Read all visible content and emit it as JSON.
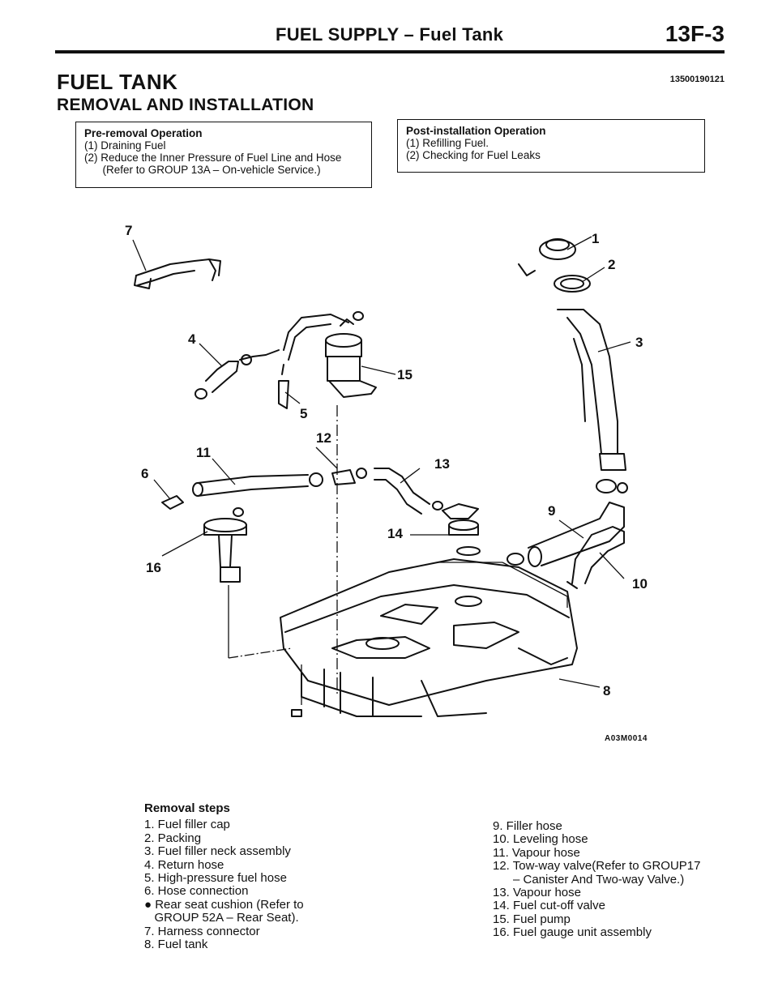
{
  "header": {
    "title": "FUEL SUPPLY – Fuel Tank",
    "page_code": "13F-3"
  },
  "document": {
    "title": "FUEL TANK",
    "id": "13500190121",
    "subtitle": "REMOVAL AND INSTALLATION"
  },
  "pre_removal": {
    "title": "Pre-removal Operation",
    "lines": [
      "(1) Draining Fuel",
      "(2) Reduce the Inner Pressure of Fuel Line and Hose",
      "      (Refer to GROUP 13A – On-vehicle Service.)"
    ]
  },
  "post_installation": {
    "title": "Post-installation Operation",
    "lines": [
      "(1) Refilling Fuel.",
      "(2) Checking for Fuel Leaks"
    ]
  },
  "diagram": {
    "figure_id": "A03M0014",
    "callouts": [
      "1",
      "2",
      "3",
      "4",
      "5",
      "6",
      "7",
      "8",
      "9",
      "10",
      "11",
      "12",
      "13",
      "14",
      "15",
      "16"
    ]
  },
  "removal_steps": {
    "title": "Removal steps",
    "left": [
      "1. Fuel filler cap",
      "2. Packing",
      "3. Fuel filler neck assembly",
      "4. Return hose",
      "5. High-pressure fuel hose",
      "6. Hose connection",
      "● Rear seat cushion (Refer to",
      "   GROUP 52A – Rear Seat).",
      "7. Harness connector",
      "8. Fuel tank"
    ],
    "right": [
      "9. Filler hose",
      "10. Leveling hose",
      "11. Vapour hose",
      "12. Tow-way valve(Refer to GROUP17",
      "      – Canister And Two-way Valve.)",
      "13. Vapour hose",
      "14. Fuel cut-off valve",
      "15. Fuel pump",
      "16. Fuel gauge unit assembly"
    ]
  }
}
